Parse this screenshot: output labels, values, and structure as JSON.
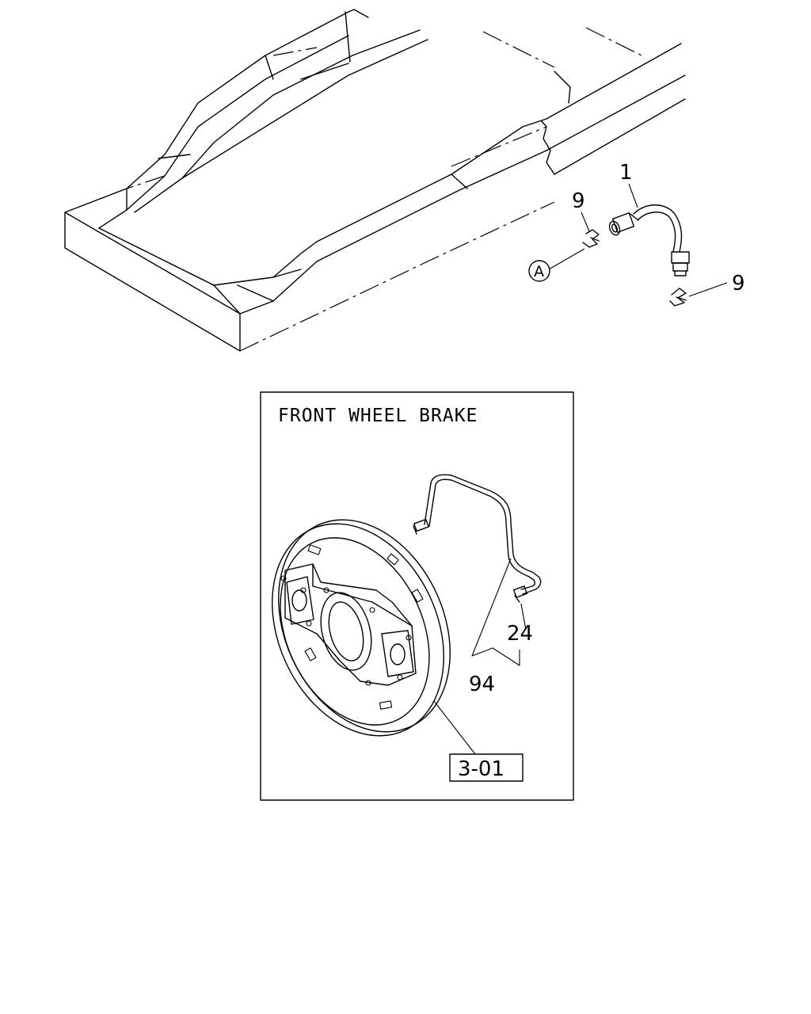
{
  "callouts": {
    "hose": "1",
    "clip_top": "9",
    "clip_bottom": "9",
    "pipe_a": "24",
    "pipe_b": "94"
  },
  "marker": "A",
  "inset": {
    "title": "FRONT WHEEL BRAKE",
    "reference": "3-01"
  }
}
